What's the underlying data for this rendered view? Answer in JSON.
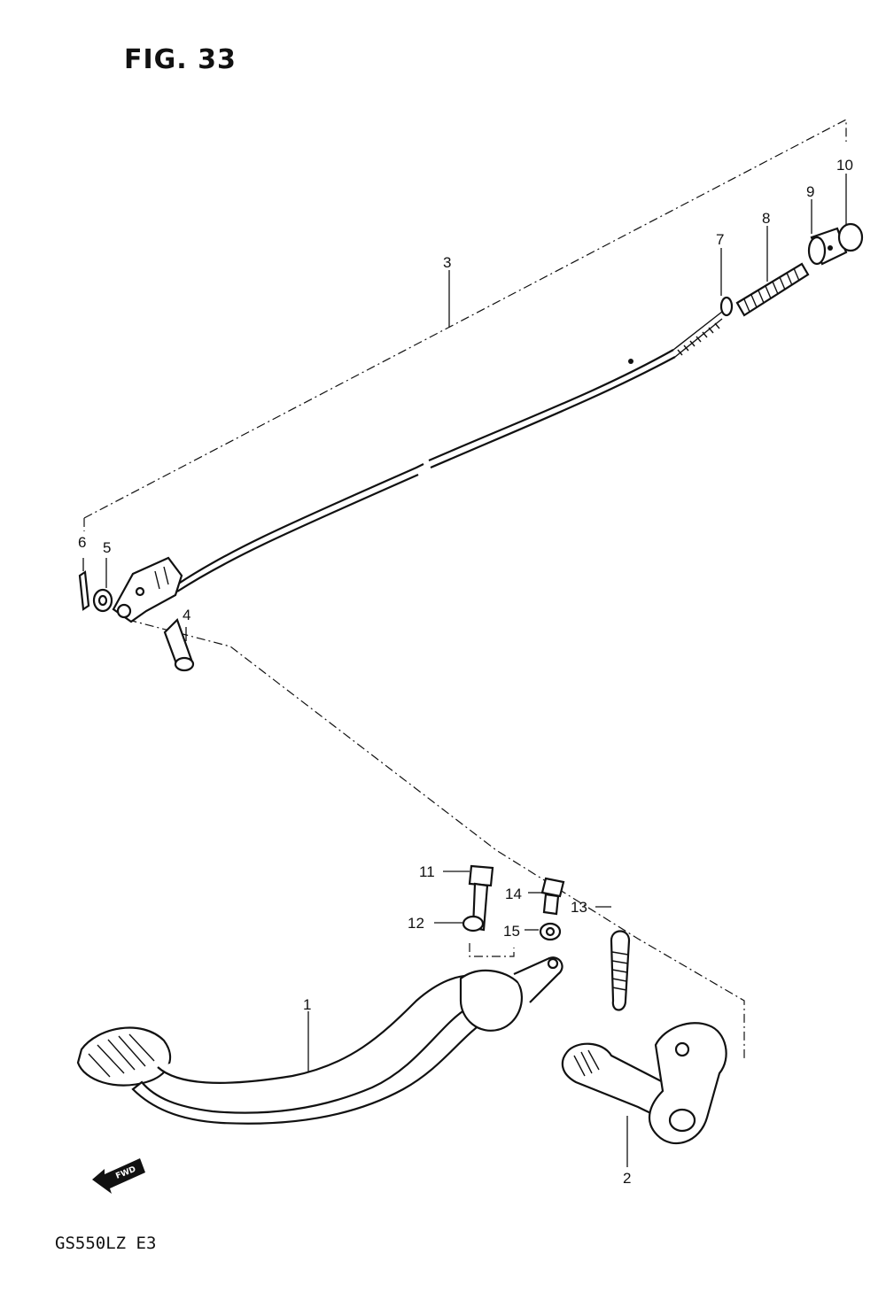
{
  "figure": {
    "title": "FIG. 33",
    "model_code": "GS550LZ  E3"
  },
  "callouts": {
    "n1": "1",
    "n2": "2",
    "n3": "3",
    "n4": "4",
    "n5": "5",
    "n6": "6",
    "n7": "7",
    "n8": "8",
    "n9": "9",
    "n10": "10",
    "n11": "11",
    "n12": "12",
    "n13": "13",
    "n14": "14",
    "n15": "15"
  },
  "fwd_badge": "FWD",
  "icons": {
    "fwd_arrow": "fwd-arrow-icon"
  }
}
